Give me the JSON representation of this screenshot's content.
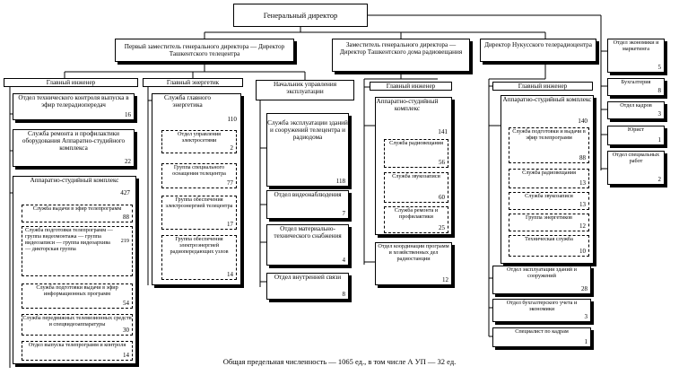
{
  "general_director": "Генеральный директор",
  "dept1": {
    "head": "Первый заместитель генерального директора — Директор Ташкентского телецентра",
    "chief_engineer": "Главный инженер",
    "otk": {
      "label": "Отдел технического контроля выпуска в эфир телерадиопередач",
      "num": "16"
    },
    "repair": {
      "label": "Служба ремонта и профилактики оборудования Аппаратно-студийного комплекса",
      "num": "22"
    },
    "asc": {
      "label": "Аппаратно-студийный комплекс",
      "num": "427"
    },
    "asc_units": [
      {
        "label": "Служба выдачи в эфир телепрограмм",
        "num": "88"
      },
      {
        "label": "Служба подготовки телепрограмм — группа видеомонтажа — группа видеозаписи — группа видеоархива — дикторская группа",
        "num": "219"
      },
      {
        "label": "Служба подготовки выдачи в эфир информационных программ",
        "num": "54"
      },
      {
        "label": "Служба передвижных телевизионных средств и спецвидеоаппаратуры",
        "num": "30"
      },
      {
        "label": "Отдел выпуска телепрограмм и контроля",
        "num": "14"
      }
    ],
    "chief_power": "Главный энергетик",
    "power_service": {
      "label": "Служба главного энергетика",
      "num": "110"
    },
    "power_units": [
      {
        "label": "Отдел управления электросетями",
        "num": "2"
      },
      {
        "label": "Группа специального оснащения телецентра",
        "num": "77"
      },
      {
        "label": "Группа обеспечения электроэнергией телецентра",
        "num": "17"
      },
      {
        "label": "Группа обеспечения электроэнергией радиопередающих узлов",
        "num": "14"
      }
    ],
    "ops_head": "Начальник управления эксплуатации",
    "ops_units": [
      {
        "label": "Служба эксплуатации зданий и сооружений телецентра и радиодома",
        "num": "118"
      },
      {
        "label": "Отдел видеонаблюдения",
        "num": "7"
      },
      {
        "label": "Отдел материально-технического снабжения",
        "num": "4"
      },
      {
        "label": "Отдел внутренней связи",
        "num": "8"
      }
    ]
  },
  "dept2": {
    "head": "Заместитель генерального директора — Директор Ташкентского дома радиовещания",
    "chief_engineer": "Главный инженер",
    "asc": {
      "label": "Аппаратно-студийный комплекс",
      "num": "141"
    },
    "asc_units": [
      {
        "label": "Служба радиовещания",
        "num": "56"
      },
      {
        "label": "Служба звукозаписи",
        "num": "60"
      },
      {
        "label": "Служба ремонта и профилактики",
        "num": "25"
      }
    ],
    "coord": {
      "label": "Отдел координации программ и хозяйственных дел радиостанции",
      "num": "12"
    }
  },
  "dept3": {
    "head": "Директор Нукусского телерадиоцентра",
    "chief_engineer": "Главный инженер",
    "asc": {
      "label": "Аппаратно-студийный комплекс",
      "num": "140"
    },
    "asc_units": [
      {
        "label": "Служба подготовки и выдачи в эфир телепрограмм",
        "num": "88"
      },
      {
        "label": "Служба радиовещания",
        "num": "13"
      },
      {
        "label": "Служба звукозаписи",
        "num": "13"
      },
      {
        "label": "Группа энергетиков",
        "num": "12"
      },
      {
        "label": "Техническая служба",
        "num": "10"
      }
    ],
    "ops": {
      "label": "Отдел эксплуатации зданий и сооружений",
      "num": "28"
    },
    "acct": {
      "label": "Отдел бухгалтерского учета и экономики",
      "num": "3"
    },
    "hr": {
      "label": "Специалист по кадрам",
      "num": "1"
    }
  },
  "side_units": [
    {
      "label": "Отдел экономики и маркетинга",
      "num": "5"
    },
    {
      "label": "Бухгалтерия",
      "num": "8"
    },
    {
      "label": "Отдел кадров",
      "num": "3"
    },
    {
      "label": "Юрист",
      "num": "1"
    },
    {
      "label": "Отдел специальных работ",
      "num": "2"
    }
  ],
  "footer": "Общая предельная численность — 1065 ед., в том числе А УП — 32 ед."
}
